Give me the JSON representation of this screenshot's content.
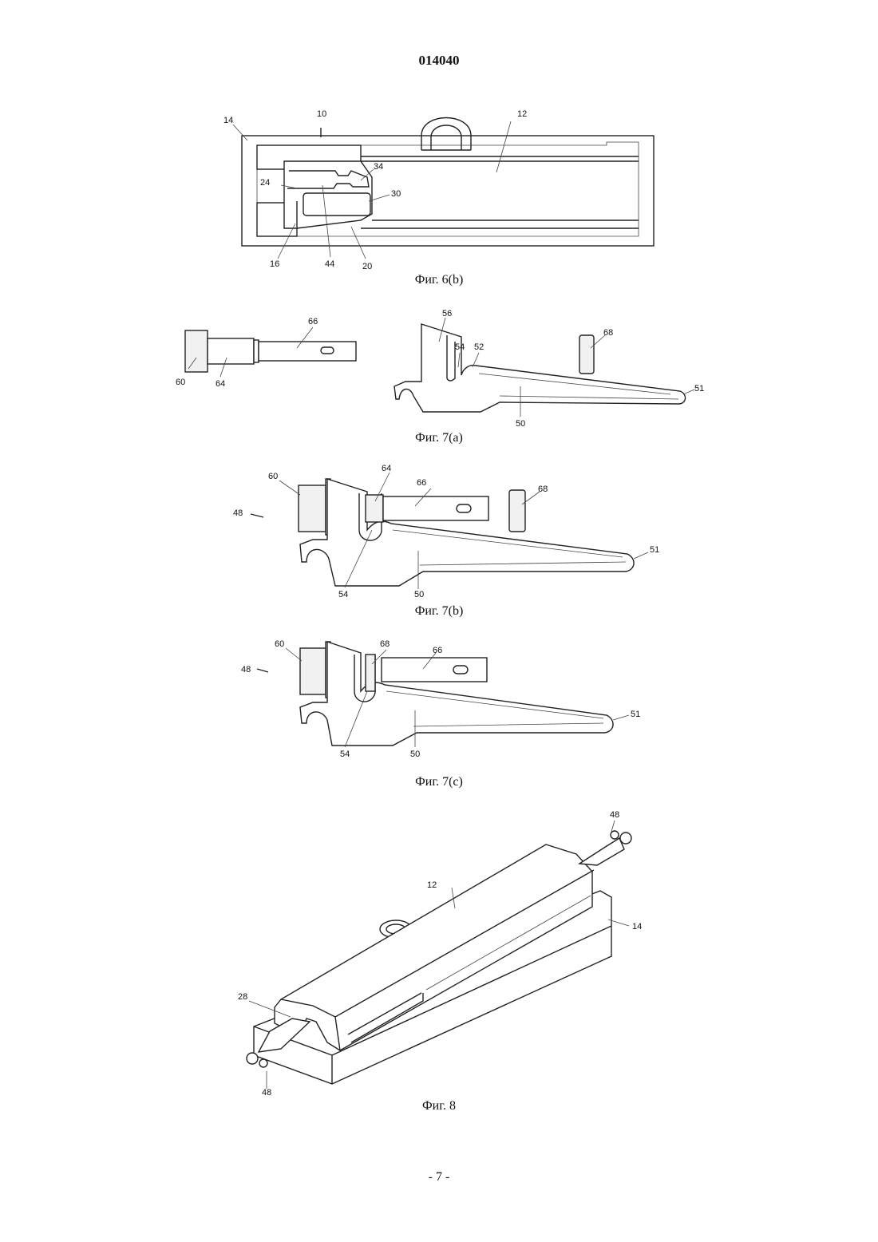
{
  "header": {
    "doc_number": "014040"
  },
  "footer": {
    "page_number": "- 7 -"
  },
  "figures": {
    "fig6b": {
      "caption": "Фиг. 6(b)",
      "labels": {
        "l10": "10",
        "l12": "12",
        "l14": "14",
        "l16": "16",
        "l20": "20",
        "l24": "24",
        "l30": "30",
        "l34": "34",
        "l44": "44"
      }
    },
    "fig7a": {
      "caption": "Фиг. 7(a)",
      "labels": {
        "l50": "50",
        "l51": "51",
        "l52": "52",
        "l54": "54",
        "l56": "56",
        "l60": "60",
        "l64": "64",
        "l66": "66",
        "l68": "68"
      }
    },
    "fig7b": {
      "caption": "Фиг. 7(b)",
      "labels": {
        "l48": "48",
        "l50": "50",
        "l51": "51",
        "l54": "54",
        "l60": "60",
        "l64": "64",
        "l66": "66",
        "l68": "68"
      }
    },
    "fig7c": {
      "caption": "Фиг. 7(c)",
      "labels": {
        "l48": "48",
        "l50": "50",
        "l51": "51",
        "l54": "54",
        "l60": "60",
        "l66": "66",
        "l68": "68"
      }
    },
    "fig8": {
      "caption": "Фиг. 8",
      "labels": {
        "l12": "12",
        "l14": "14",
        "l28": "28",
        "l48a": "48",
        "l48b": "48"
      }
    }
  }
}
